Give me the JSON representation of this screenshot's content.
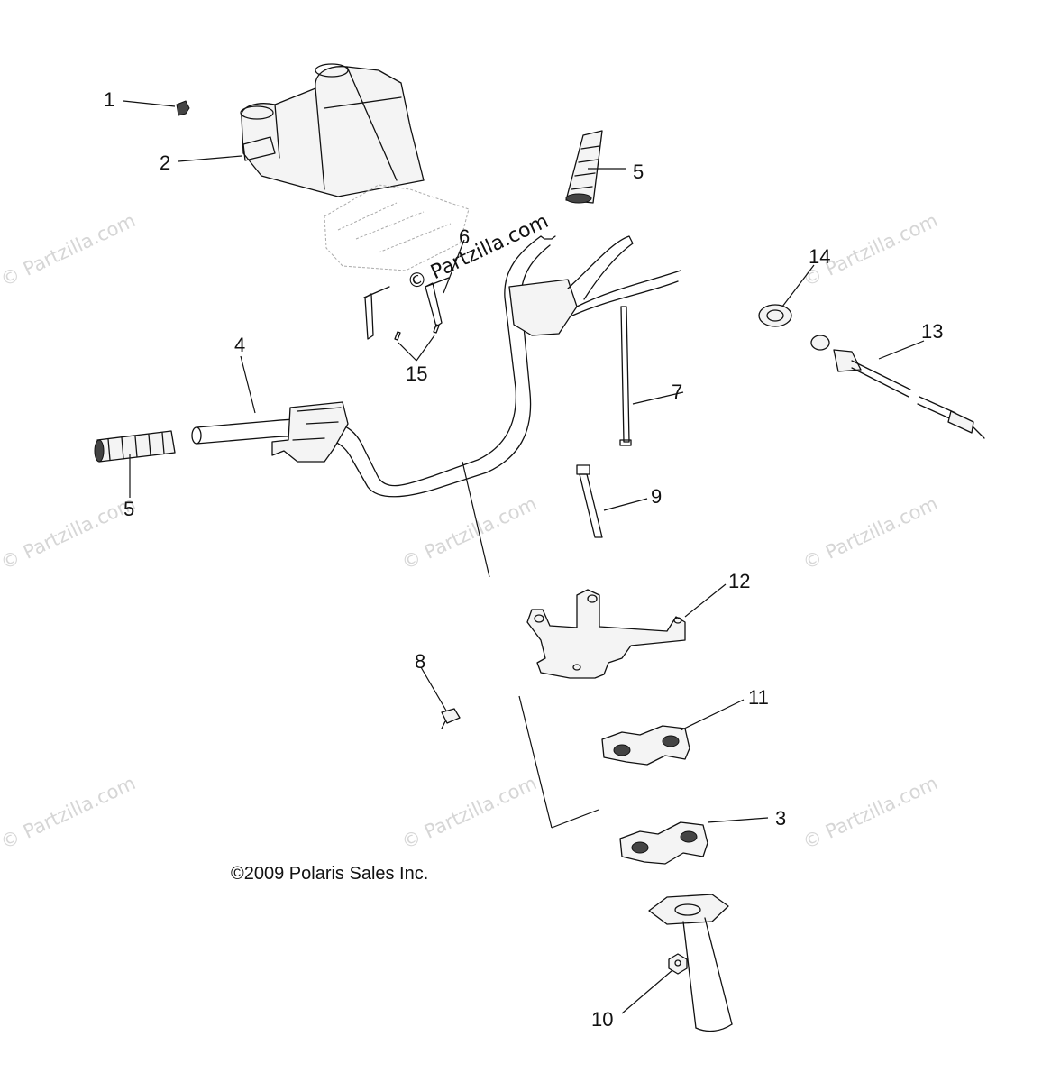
{
  "diagram": {
    "copyright": "©2009  Polaris Sales Inc.",
    "watermark": "© Partzilla.com",
    "callouts": [
      "1",
      "2",
      "5",
      "6",
      "4",
      "5",
      "15",
      "7",
      "9",
      "14",
      "13",
      "12",
      "8",
      "11",
      "3",
      "10"
    ]
  }
}
